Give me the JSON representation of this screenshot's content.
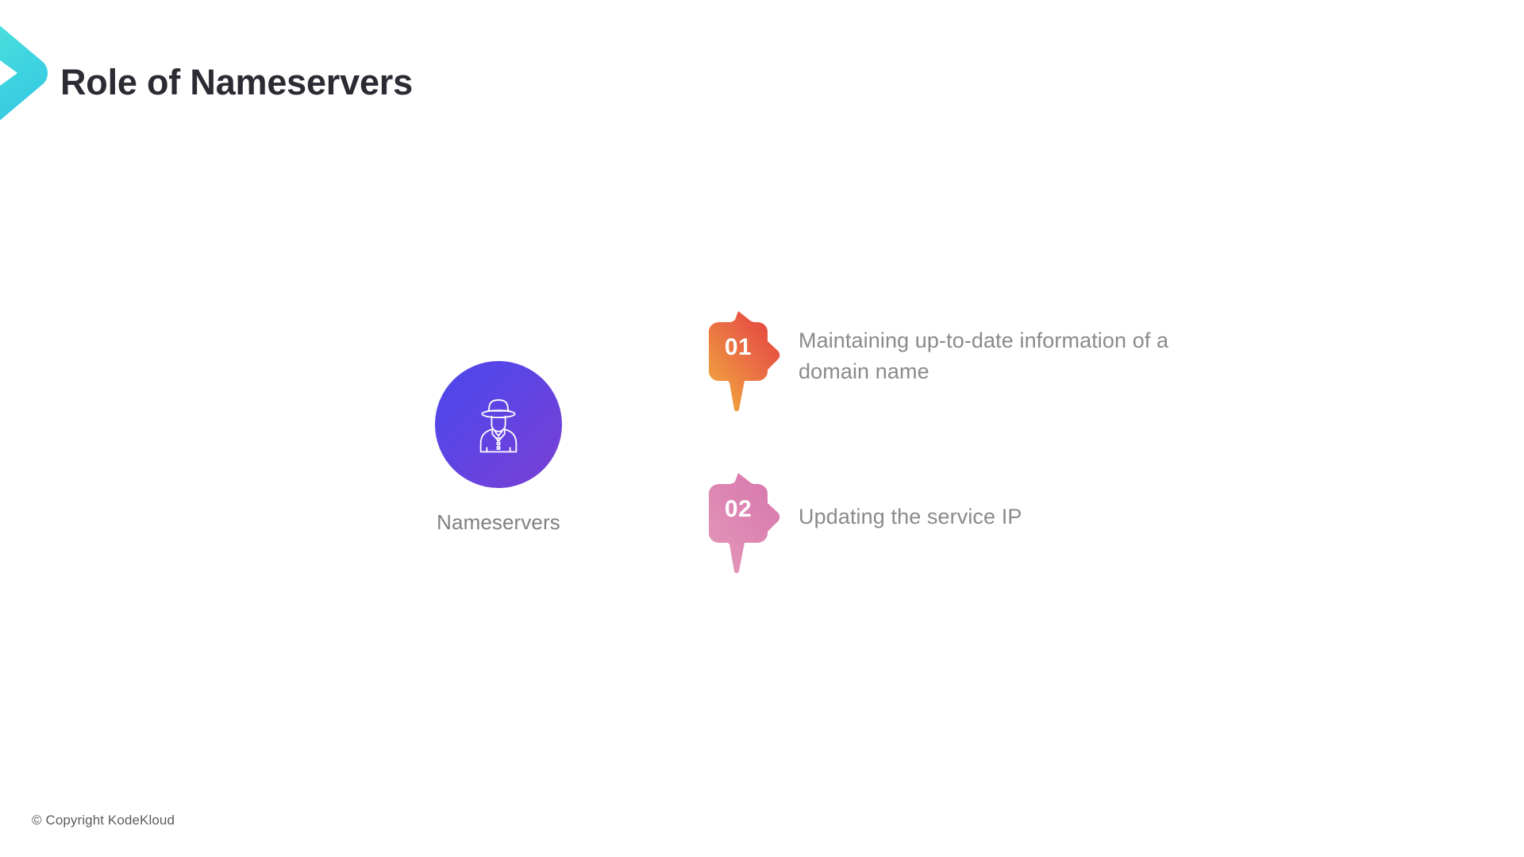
{
  "slide": {
    "title": "Role of Nameservers",
    "accent_chevron_color": "#3fd6da",
    "title_color": "#2b2c33",
    "background": "#ffffff"
  },
  "concept": {
    "label": "Nameservers",
    "icon": "person-with-hat-icon",
    "circle_gradient_from": "#4a48ea",
    "circle_gradient_to": "#7b3fd4",
    "label_color": "#808084"
  },
  "points": [
    {
      "number": "01",
      "text": "Maintaining up-to-date information of a domain name",
      "badge_gradient_from": "#e8413f",
      "badge_gradient_to": "#f0a03c",
      "lines": 2
    },
    {
      "number": "02",
      "text": "Updating the service IP",
      "badge_gradient_from": "#d77bae",
      "badge_gradient_to": "#e08ab4",
      "lines": 1
    }
  ],
  "footer": {
    "copyright": "© Copyright KodeKloud",
    "color": "#5c5c62"
  }
}
